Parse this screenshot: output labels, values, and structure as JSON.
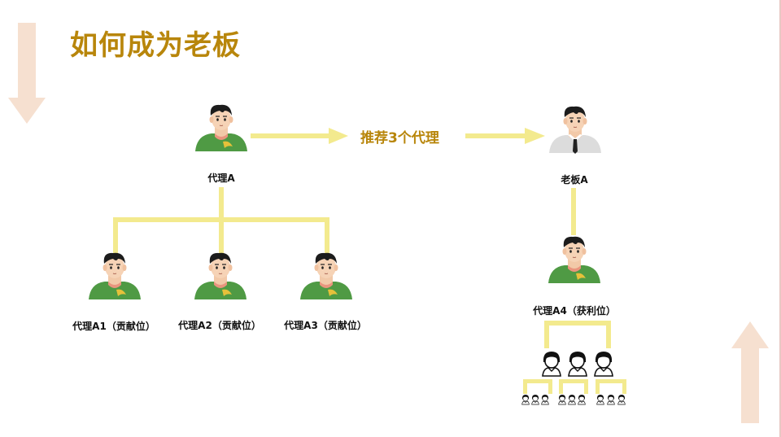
{
  "slide": {
    "title": "如何成为老板",
    "arrow_label": "推荐3个代理"
  },
  "people": {
    "agent_a": "代理A",
    "boss_a": "老板A",
    "agent_a1": "代理A1（贡献位）",
    "agent_a2": "代理A2（贡献位）",
    "agent_a3": "代理A3（贡献位）",
    "agent_a4": "代理A4（获利位）"
  },
  "colors": {
    "title": "#b8860b",
    "connector": "#f3ea8e",
    "side_arrow": "#f6e0d0",
    "shirt_green": "#4f9a44",
    "suit_gray": "#d9d9d9"
  }
}
